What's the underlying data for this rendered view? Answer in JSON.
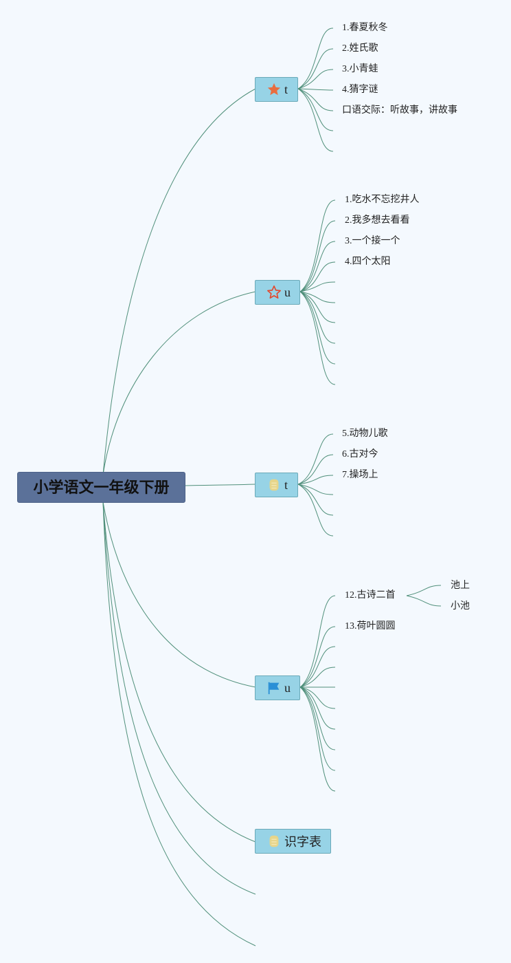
{
  "root": {
    "label": "小学语文一年级下册"
  },
  "branches": [
    {
      "label": "t",
      "icon": "star-filled-icon",
      "leaves": [
        "1.春夏秋冬",
        "2.姓氏歌",
        "3.小青蛙",
        "4.猜字谜",
        "口语交际：听故事，讲故事"
      ]
    },
    {
      "label": "u",
      "icon": "star-outline-icon",
      "leaves": [
        "1.吃水不忘挖井人",
        "2.我多想去看看",
        "3.一个接一个",
        "4.四个太阳"
      ]
    },
    {
      "label": "t",
      "icon": "badge-icon",
      "leaves": [
        "5.动物儿歌",
        "6.古对今",
        "7.操场上"
      ]
    },
    {
      "label": "u",
      "icon": "flag-icon",
      "leaves": [
        "12.古诗二首",
        "13.荷叶圆圆"
      ],
      "sub": [
        "池上",
        "小池"
      ]
    },
    {
      "label": "识字表",
      "icon": "badge-icon"
    }
  ],
  "colors": {
    "link": "#4f8f7a",
    "root": "#5b7199",
    "topic": "#97d3e6",
    "background": "#f4f9fe",
    "star": "#e96d3f",
    "flag": "#2a8fd6",
    "badge": "#e6d58a"
  }
}
